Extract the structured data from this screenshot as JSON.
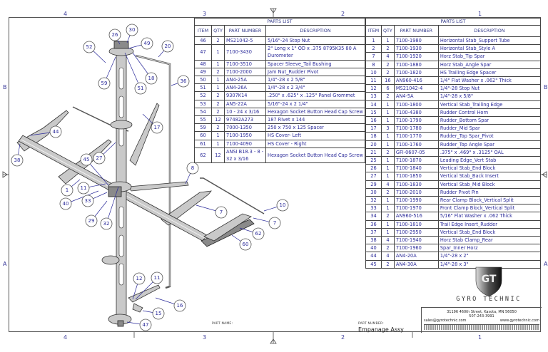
{
  "zones": {
    "columns": [
      "4",
      "3",
      "2",
      "1"
    ],
    "rows": [
      "B",
      "A"
    ]
  },
  "parts_list_left": {
    "title": "PARTS LIST",
    "headers": [
      "ITEM",
      "QTY",
      "PART NUMBER",
      "DESCRIPTION"
    ],
    "rows": [
      [
        "46",
        "2",
        "MS21042-5",
        "5/16\"-24 Stop Nut"
      ],
      [
        "47",
        "1",
        "7100-3430",
        "2\" Long x 1\" OD x .375   8795K35  80 A Durometer"
      ],
      [
        "48",
        "1",
        "7100-3510",
        "Spacer Sleeve_Tail Bushing"
      ],
      [
        "49",
        "2",
        "7100-2000",
        "Jam Nut_Rudder Pivot"
      ],
      [
        "50",
        "1",
        "AN4-25A",
        "1/4\"-28 x 2 5/8\""
      ],
      [
        "51",
        "1",
        "AN4-26A",
        "1/4\"-28 x 2 3/4\""
      ],
      [
        "52",
        "2",
        "9307K14",
        ".250\" x .625\" x .125\" Panel Grommet"
      ],
      [
        "53",
        "2",
        "AN5-22A",
        "5/16\"-24 x 2 1/4\""
      ],
      [
        "54",
        "2",
        "10 - 24 x 3/16",
        "Hexagon Socket Button Head Cap Screw"
      ],
      [
        "55",
        "12",
        "97482A273",
        "187 Rivet x 144"
      ],
      [
        "59",
        "2",
        "7000-1350",
        "250 x 750 x 125 Spacer"
      ],
      [
        "60",
        "1",
        "7100-1950",
        "HS Cover- Left"
      ],
      [
        "61",
        "1",
        "7100-4090",
        "HS Cover - Right"
      ],
      [
        "62",
        "12",
        "ANSI B18.3 - 8 - 32 x 3/16",
        "Hexagon Socket Button Head Cap Screw"
      ]
    ]
  },
  "parts_list_right": {
    "title": "PARTS LIST",
    "headers": [
      "ITEM",
      "QTY",
      "PART NUMBER",
      "DESCRIPTION"
    ],
    "rows": [
      [
        "1",
        "1",
        "7100-1980",
        "Horizontal Stab_Support Tube"
      ],
      [
        "2",
        "2",
        "7100-1930",
        "Horizontal Stab_Style A"
      ],
      [
        "7",
        "4",
        "7100-1920",
        "Horz Stab_Tip Spar"
      ],
      [
        "8",
        "2",
        "7100-1880",
        "Horz Stab_Angle Spar"
      ],
      [
        "10",
        "2",
        "7100-1820",
        "HS Trailing Edge Spacer"
      ],
      [
        "11",
        "16",
        "AN960-416",
        "1/4\" Flat Washer x .062\" Thick"
      ],
      [
        "12",
        "6",
        "MS21042-4",
        "1/4\"-28 Stop Nut"
      ],
      [
        "13",
        "2",
        "AN4-5A",
        "1/4\"-28 x 5/8\""
      ],
      [
        "14",
        "1",
        "7100-1800",
        "Vertical Stab_Trailing Edge"
      ],
      [
        "15",
        "1",
        "7100-4380",
        "Rudder Control Horn"
      ],
      [
        "16",
        "1",
        "7100-1790",
        "Rudder_Bottom Spar"
      ],
      [
        "17",
        "3",
        "7100-1780",
        "Rudder_Mid Spar"
      ],
      [
        "18",
        "1",
        "7100-1770",
        "Rudder_Top Spar_Pivot"
      ],
      [
        "20",
        "1",
        "7100-1760",
        "Rudder_Top Angle Spar"
      ],
      [
        "21",
        "2",
        "GFI-0607-05",
        ".375\" x .469\" x .3125\" OAL"
      ],
      [
        "25",
        "1",
        "7100-1870",
        "Leading Edge_Vert Stab"
      ],
      [
        "26",
        "1",
        "7100-1840",
        "Vertical Stab_End Block"
      ],
      [
        "27",
        "1",
        "7100-1850",
        "Vertical Stab_Back Insert"
      ],
      [
        "29",
        "4",
        "7100-1830",
        "Vertical Stab_Mid Block"
      ],
      [
        "30",
        "2",
        "7100-2010",
        "Rudder Pivot Pin"
      ],
      [
        "32",
        "1",
        "7100-1990",
        "Rear Clamp Block_Vertical Split"
      ],
      [
        "33",
        "1",
        "7100-1970",
        "Front Clamp Block_Vertical Split"
      ],
      [
        "34",
        "2",
        "AN960-516",
        "5/16\" Flat Washer x .062 Thick"
      ],
      [
        "36",
        "1",
        "7100-1810",
        "Trail Edge Insert_Rudder"
      ],
      [
        "37",
        "1",
        "7100-2950",
        "Vertical Stab_End Block"
      ],
      [
        "38",
        "4",
        "7100-1940",
        "Horz Stab Clamp_Rear"
      ],
      [
        "40",
        "2",
        "7100-1960",
        "Spar_Inner Horz"
      ],
      [
        "44",
        "4",
        "AN4-20A",
        "1/4\"-28 x 2\""
      ],
      [
        "45",
        "2",
        "AN4-30A",
        "1/4\"-28 x 3\""
      ]
    ]
  },
  "callouts": [
    "52",
    "26",
    "30",
    "49",
    "20",
    "59",
    "51",
    "18",
    "36",
    "17",
    "44",
    "38",
    "45",
    "27",
    "8",
    "1",
    "11",
    "40",
    "33",
    "29",
    "32",
    "10",
    "7",
    "7",
    "62",
    "60",
    "12",
    "11",
    "16",
    "15",
    "47"
  ],
  "title_block": {
    "company": "GYRO TECHNIC",
    "address": "31196 460th Street, Kasota, MN 56050",
    "phone": "507-243-3991",
    "email": "sales@gyrotechnic.com",
    "website": "www.gyrotechnic.com",
    "part_name_label": "PART NAME:",
    "part_number_label": "PART NUMBER:",
    "part_number": "Empanage Assy"
  },
  "colors": {
    "text_blue": "#2b2b9a",
    "line": "#444444"
  }
}
